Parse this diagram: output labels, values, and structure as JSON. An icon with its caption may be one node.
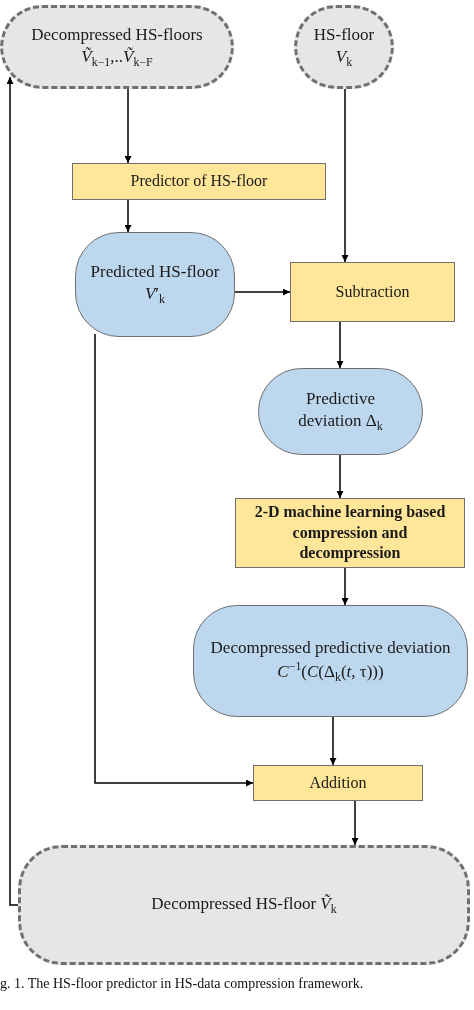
{
  "diagram": {
    "caption": "g. 1.   The HS-floor predictor in HS-data compression framework.",
    "nodes": [
      {
        "text": [
          "Decompressed HS-floors *Ṽ*$_{k−1}$,..*Ṽ*$_{k−F}$"
        ]
      },
      {
        "text": [
          "HS-floor *V*$_{k}$"
        ]
      },
      {
        "text": [
          "Predictor of HS-floor"
        ]
      },
      {
        "text": [
          "Predicted HS-floor *V*′$_{k}$"
        ]
      },
      {
        "text": [
          "Subtraction"
        ]
      },
      {
        "text": [
          "Predictive deviation Δ$_{k}$"
        ]
      },
      {
        "text": [
          "2-D machine learning based compression and decompression"
        ]
      },
      {
        "text": [
          "Decompressed predictive deviation *C*$^{−1}$(*C*(Δ$_{k}$(*t*, τ)))"
        ]
      },
      {
        "text": [
          "Addition"
        ]
      },
      {
        "text": [
          "Decompressed HS-floor *Ṽ*$_{k}$"
        ]
      }
    ],
    "edges": [
      {
        "from": 0,
        "to": 2,
        "arrow": "to"
      },
      {
        "from": 2,
        "to": 3,
        "arrow": "to"
      },
      {
        "from": 3,
        "to": 4,
        "arrow": "to"
      },
      {
        "from": 1,
        "to": 4,
        "arrow": "to"
      },
      {
        "from": 4,
        "to": 5,
        "arrow": "to"
      },
      {
        "from": 5,
        "to": 6,
        "arrow": "to"
      },
      {
        "from": 6,
        "to": 7,
        "arrow": "to"
      },
      {
        "from": 7,
        "to": 8,
        "arrow": "to"
      },
      {
        "from": 3,
        "to": 8,
        "arrow": "to"
      },
      {
        "from": 8,
        "to": 9,
        "arrow": "to"
      },
      {
        "from": 9,
        "to": 0,
        "arrow": "to"
      }
    ]
  }
}
